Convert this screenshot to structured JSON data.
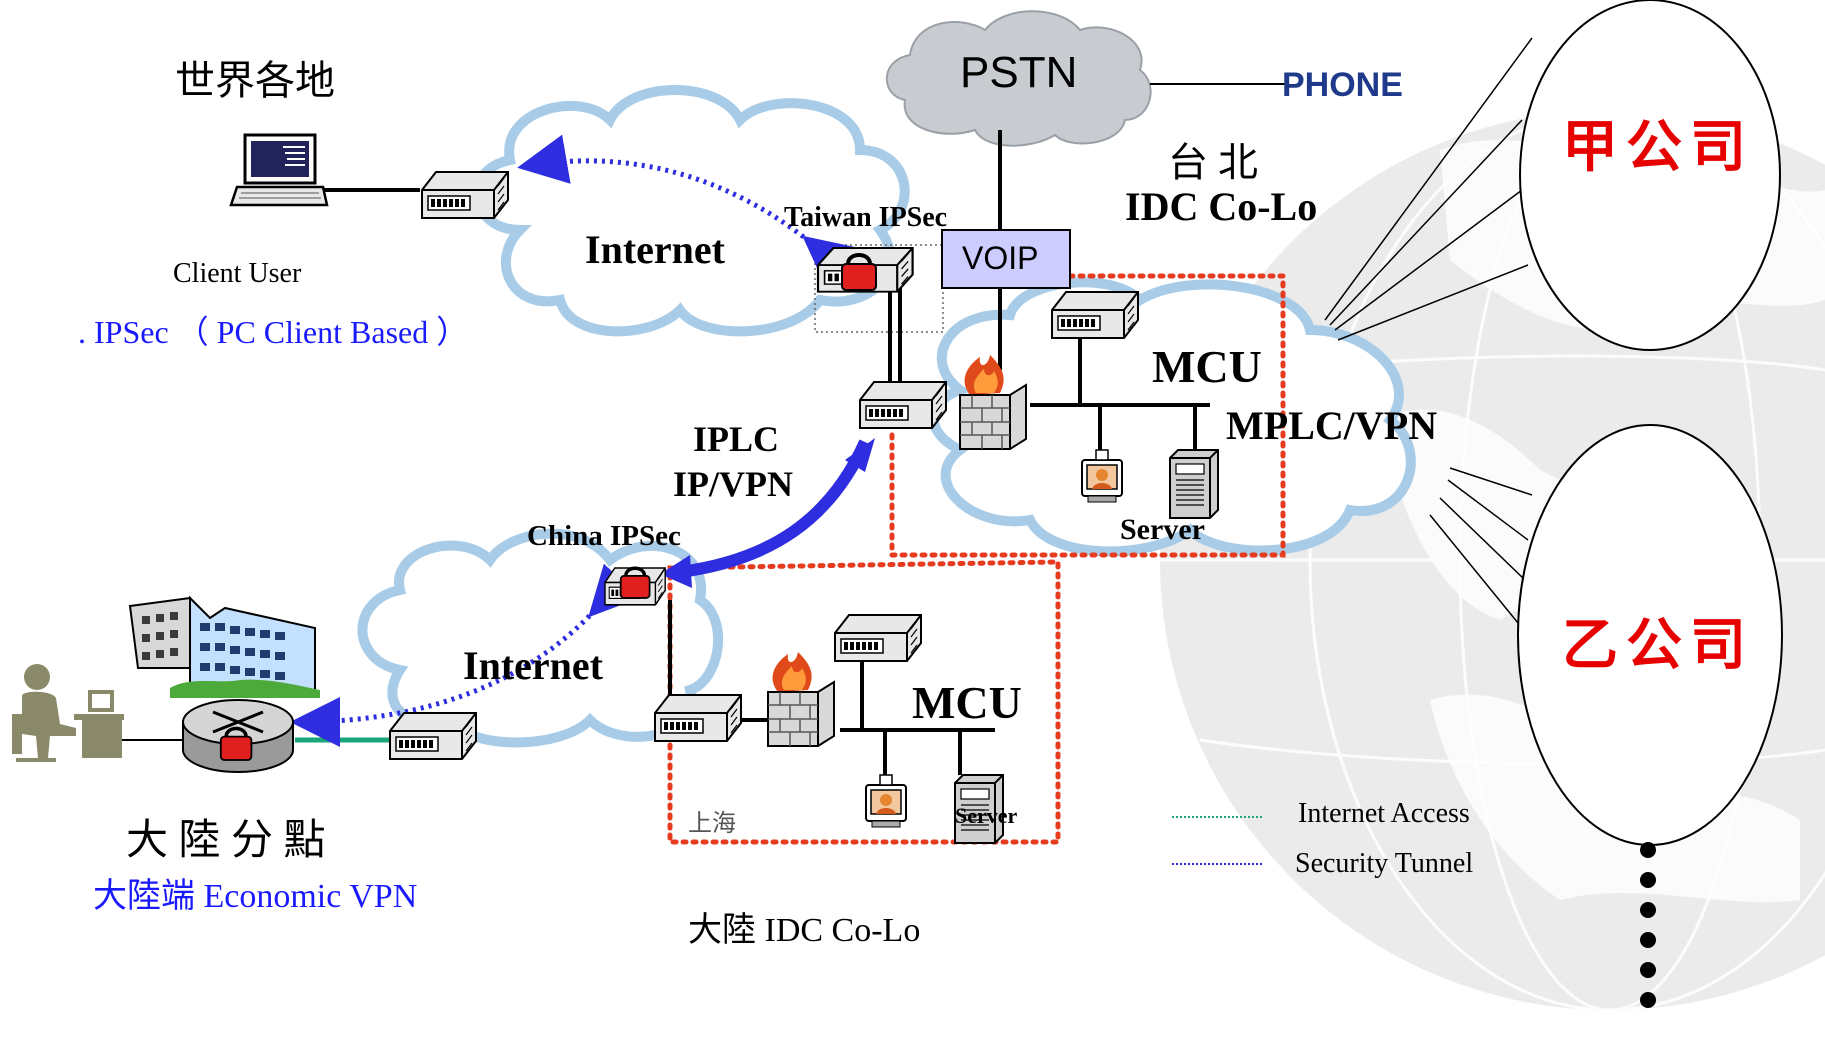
{
  "labels": {
    "world": "世界各地",
    "client_user": "Client  User",
    "ipsec_client": ". IPSec （ PC Client Based ）",
    "internet_top": "Internet",
    "internet_bottom": "Internet",
    "taiwan_ipsec": "Taiwan IPSec",
    "china_ipsec": "China IPSec",
    "pstn": "PSTN",
    "phone": "PHONE",
    "taipei": "台  北",
    "idc_colo": "IDC  Co-Lo",
    "voip": "VOIP",
    "mcu_top": "MCU",
    "mplc_vpn": "MPLC/VPN",
    "server_top": "Server",
    "iplc": "IPLC",
    "ip_vpn": "IP/VPN",
    "mcu_bottom": "MCU",
    "shanghai": "上海",
    "server_bottom": "Server",
    "mainland_branch": "大 陸 分 點",
    "economic_vpn": "大陸端 Economic VPN",
    "mainland_idc": "大陸 IDC Co-Lo",
    "company_a": "甲公司",
    "company_b": "乙公司"
  },
  "legend": {
    "internet_access": "Internet Access",
    "security_tunnel": "Security Tunnel"
  },
  "colors": {
    "cloud_fill": "#ffffff",
    "cloud_edge": "#a8cce8",
    "pstn_cloud": "#c8ccd0",
    "red_dotted": "#e63b1f",
    "tunnel_blue": "#2e2ee0",
    "access_green": "#1aa57a",
    "company_red": "#e60000"
  },
  "icons": [
    "laptop-icon",
    "switch-icon",
    "vpn-gateway-icon",
    "firewall-icon",
    "router-icon",
    "webcam-icon",
    "server-icon",
    "office-building-icon",
    "person-at-desk-icon",
    "globe-background-icon"
  ]
}
